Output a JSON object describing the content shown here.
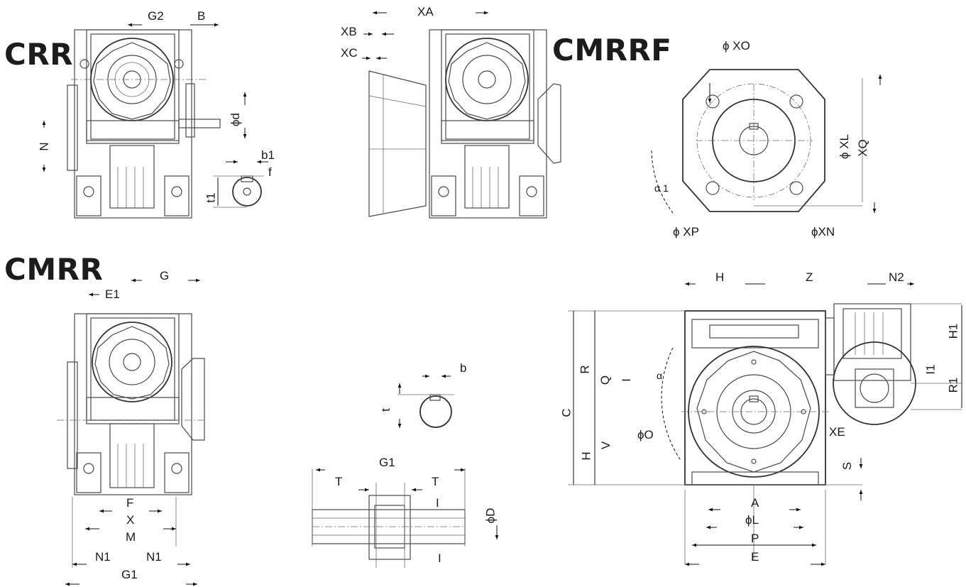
{
  "titles": {
    "crr": "CRR",
    "cmrrf": "CMRRF",
    "cmrr": "CMRR"
  },
  "labels": {
    "g2": "G2",
    "b_cap": "B",
    "phi_d": "ϕd",
    "n": "N",
    "b1": "b1",
    "f": "f",
    "t1": "t1",
    "xa": "XA",
    "xb": "XB",
    "xc": "XC",
    "phi_xo": "ϕ XO",
    "phi_xl": "ϕ XL",
    "xq": "XQ",
    "alpha1": "α 1",
    "phi_xp": "ϕ XP",
    "phi_xn": "ϕXN",
    "g": "G",
    "e1": "E1",
    "f_cap": "F",
    "x": "X",
    "m": "M",
    "n1_left": "N1",
    "n1_right": "N1",
    "g1_bottom": "G1",
    "b_small": "b",
    "t_small": "t",
    "g1_shaft": "G1",
    "t_left": "T",
    "t_right": "T",
    "i_top": "I",
    "i_bottom": "I",
    "phi_d_cap": "ϕD",
    "h_top": "H",
    "z": "Z",
    "n2": "N2",
    "h1": "H1",
    "i1": "I1",
    "r1": "R1",
    "r": "R",
    "q": "Q",
    "i_mid": "I",
    "alpha": "α",
    "c": "C",
    "h_left": "H",
    "v": "V",
    "phi_o": "ϕO",
    "xe": "XE",
    "s": "S",
    "a": "A",
    "phi_l": "ϕL",
    "p": "P",
    "e": "E"
  }
}
